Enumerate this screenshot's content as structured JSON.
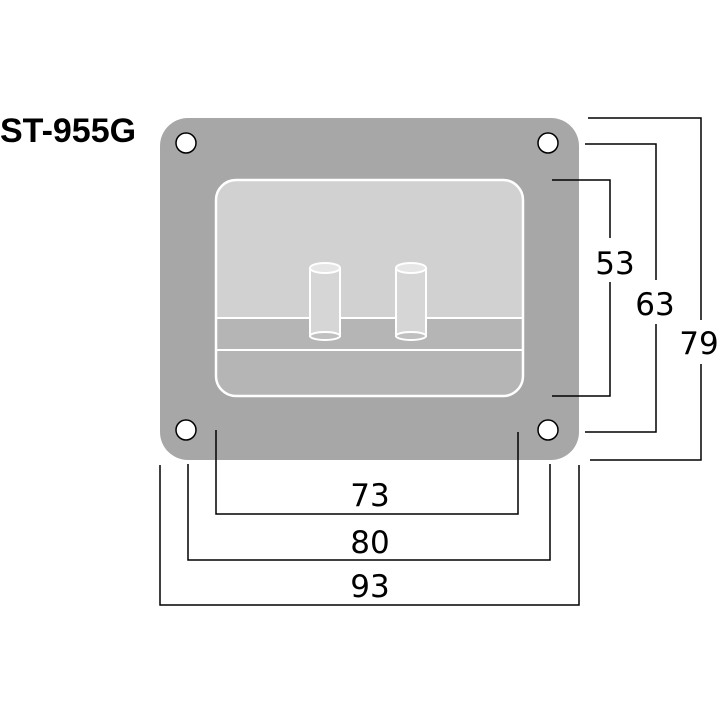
{
  "model": "ST-955G",
  "dimensions": {
    "inner_width": "73",
    "hole_spacing_width": "80",
    "outer_width": "93",
    "inner_height": "53",
    "hole_spacing_height": "63",
    "outer_height": "79"
  },
  "colors": {
    "plate": "#a7a7a7",
    "recess_upper": "#d1d1d1",
    "recess_lower": "#b5b5b5",
    "terminal": "#d6d6d6",
    "line": "#000000",
    "highlight": "#ffffff"
  }
}
